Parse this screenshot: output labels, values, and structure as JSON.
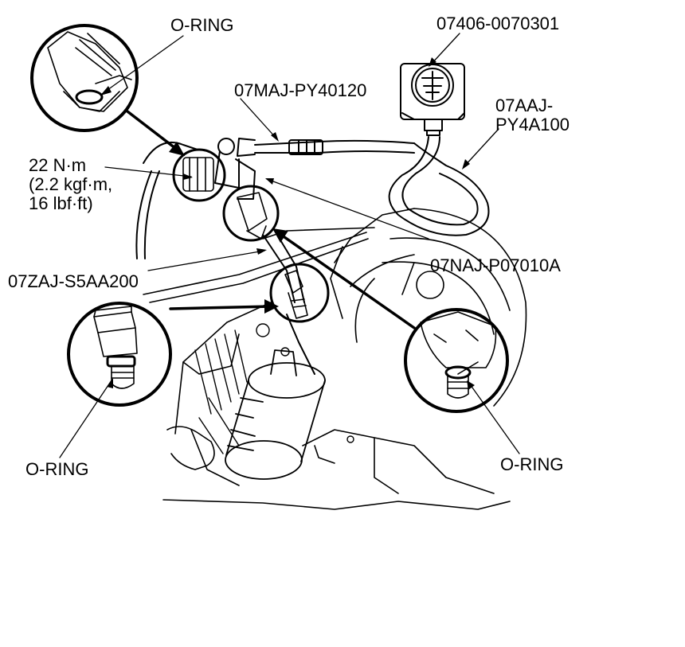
{
  "labels": {
    "oring_top": "O-RING",
    "part_gauge": "07406-0070301",
    "part_hose": "07MAJ-PY40120",
    "part_adapter_a": "07AAJ-",
    "part_adapter_b": "PY4A100",
    "torque_1": "22 N·m",
    "torque_2": "(2.2 kgf·m,",
    "torque_3": "16 lbf·ft)",
    "part_joint": "07ZAJ-S5AA200",
    "part_fitting": "07NAJ-P07010A",
    "oring_left": "O-RING",
    "oring_right": "O-RING"
  }
}
